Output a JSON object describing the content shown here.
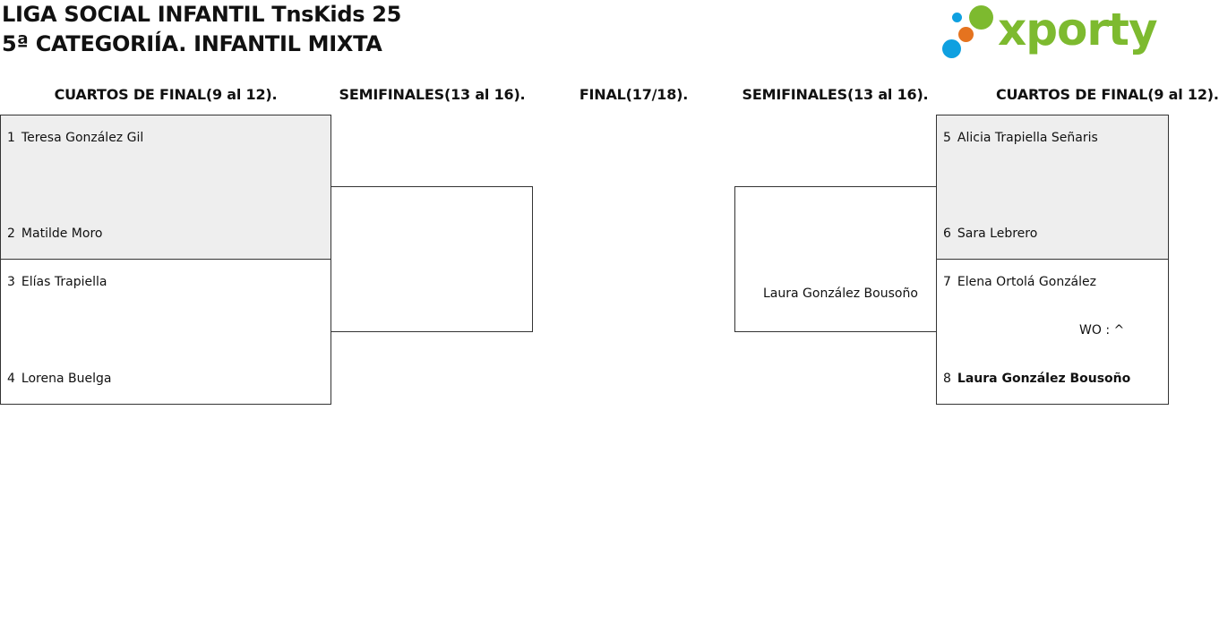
{
  "title_line1": "LIGA SOCIAL INFANTIL TnsKids 25",
  "title_line2": "5ª CATEGORIÍA. INFANTIL MIXTA",
  "logo": {
    "text": "xporty",
    "colors": {
      "green": "#7dba2f",
      "orange": "#e5731f",
      "blue": "#0fa0e0"
    }
  },
  "rounds": {
    "left_quarters": "CUARTOS DE FINAL(9 al 12).",
    "left_semis": "SEMIFINALES(13 al 16).",
    "final": "FINAL(17/18).",
    "right_semis": "SEMIFINALES(13 al 16).",
    "right_quarters": "CUARTOS DE FINAL(9 al 12)."
  },
  "left_quarters": [
    {
      "top": {
        "seed": "1",
        "name": "Teresa González Gil"
      },
      "bottom": {
        "seed": "2",
        "name": "Matilde Moro"
      }
    },
    {
      "top": {
        "seed": "3",
        "name": "Elías Trapiella"
      },
      "bottom": {
        "seed": "4",
        "name": "Lorena Buelga"
      }
    }
  ],
  "right_quarters": [
    {
      "top": {
        "seed": "5",
        "name": "Alicia Trapiella Señaris"
      },
      "bottom": {
        "seed": "6",
        "name": "Sara Lebrero"
      }
    },
    {
      "top": {
        "seed": "7",
        "name": "Elena Ortolá González"
      },
      "result": "WO : ^",
      "bottom": {
        "seed": "8",
        "name": "Laura González Bousoño"
      }
    }
  ],
  "right_semi_winner": "Laura González Bousoño"
}
